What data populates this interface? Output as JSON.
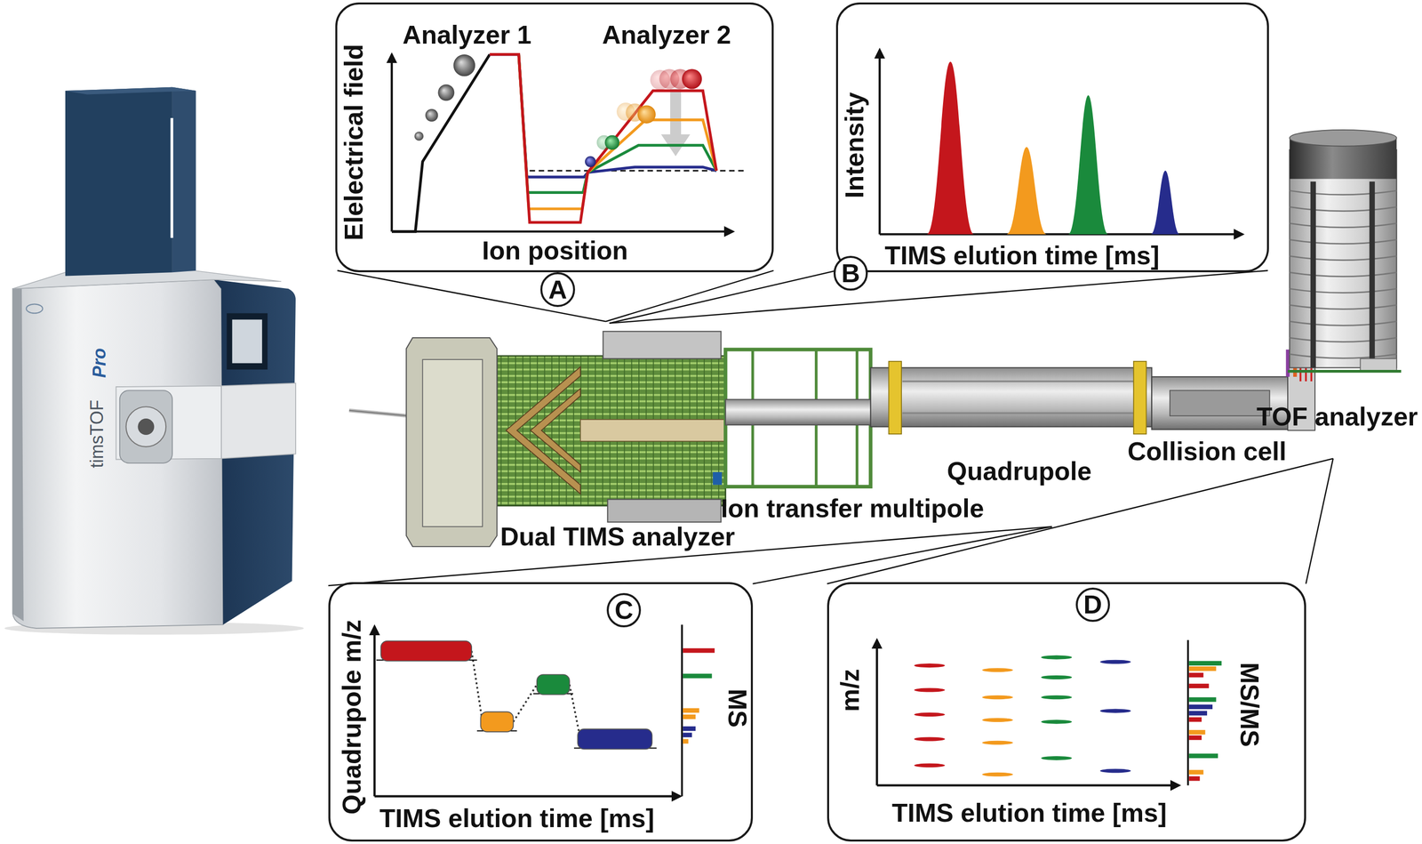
{
  "diagram": {
    "nodes": [
      {
        "text": [
          "Analyzer 1",
          "Analyzer 2",
          "Elelectrical field",
          "Ion position"
        ]
      },
      {
        "text": [
          "A"
        ]
      },
      {
        "text": [
          "Intensity",
          "TIMS elution time [ms]"
        ]
      },
      {
        "text": [
          "B"
        ]
      },
      {
        "text": [
          "Quadrupole m/z",
          "TIMS elution time [ms]",
          "MS"
        ]
      },
      {
        "text": [
          "C"
        ],
        "in": 4
      },
      {
        "text": [
          "m/z",
          "TIMS elution time [ms]",
          "MS/MS"
        ]
      },
      {
        "text": [
          "D"
        ],
        "in": 6
      }
    ],
    "labels": [
      "timsTOF",
      "Pro",
      "Dual TIMS analyzer",
      "Ion transfer multipole",
      "Quadrupole",
      "Collision cell",
      "TOF analyzer"
    ]
  }
}
